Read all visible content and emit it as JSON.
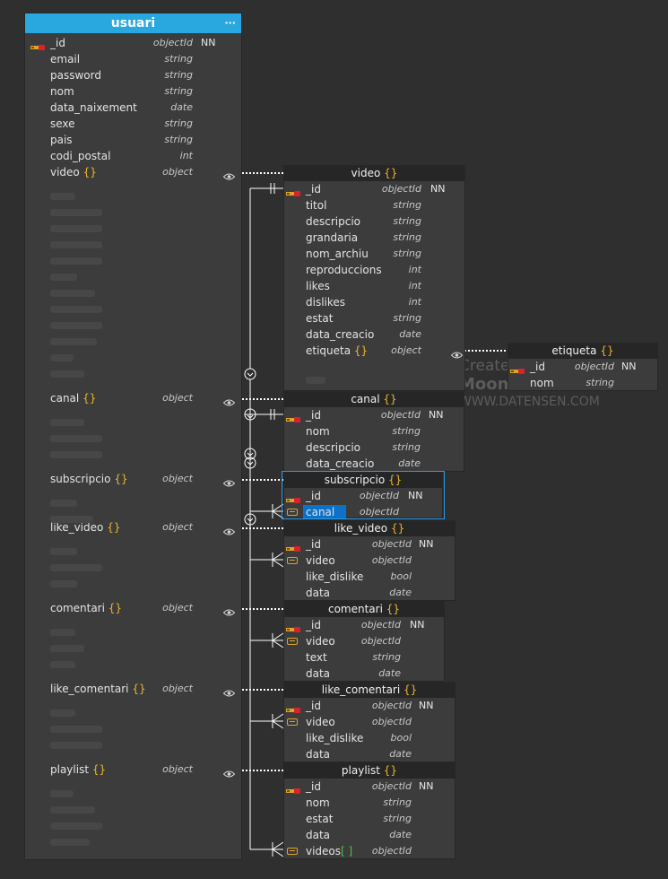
{
  "diagram": {
    "watermark": {
      "line1": "Created",
      "line2": "Moon M",
      "line3": "WWW.DATENSEN.COM"
    },
    "main_table": {
      "title": "usuari",
      "menu": "···",
      "fields": [
        {
          "name": "_id",
          "type": "objectId",
          "nn": "NN",
          "icon": "key-icon"
        },
        {
          "name": "email",
          "type": "string"
        },
        {
          "name": "password",
          "type": "string"
        },
        {
          "name": "nom",
          "type": "string"
        },
        {
          "name": "data_naixement",
          "type": "date"
        },
        {
          "name": "sexe",
          "type": "string"
        },
        {
          "name": "pais",
          "type": "string"
        },
        {
          "name": "codi_postal",
          "type": "int"
        },
        {
          "name": "video",
          "brace": "{}",
          "type": "object",
          "icon": "eye-icon"
        },
        {
          "name": "canal",
          "brace": "{}",
          "type": "object",
          "icon": "eye-icon"
        },
        {
          "name": "subscripcio",
          "brace": "{}",
          "type": "object",
          "icon": "eye-icon"
        },
        {
          "name": "like_video",
          "brace": "{}",
          "type": "object",
          "icon": "eye-icon"
        },
        {
          "name": "comentari",
          "brace": "{}",
          "type": "object",
          "icon": "eye-icon"
        },
        {
          "name": "like_comentari",
          "brace": "{}",
          "type": "object",
          "icon": "eye-icon"
        },
        {
          "name": "playlist",
          "brace": "{}",
          "type": "object",
          "icon": "eye-icon"
        }
      ]
    },
    "sub_tables": [
      {
        "id": "video",
        "title": "video",
        "brace": "{}",
        "fields": [
          {
            "name": "_id",
            "type": "objectId",
            "nn": "NN",
            "icon": "key-icon"
          },
          {
            "name": "titol",
            "type": "string"
          },
          {
            "name": "descripcio",
            "type": "string"
          },
          {
            "name": "grandaria",
            "type": "string"
          },
          {
            "name": "nom_archiu",
            "type": "string"
          },
          {
            "name": "reproduccions",
            "type": "int"
          },
          {
            "name": "likes",
            "type": "int"
          },
          {
            "name": "dislikes",
            "type": "int"
          },
          {
            "name": "estat",
            "type": "string"
          },
          {
            "name": "data_creacio",
            "type": "date"
          },
          {
            "name": "etiqueta",
            "brace": "{}",
            "type": "object",
            "icon": "eye-icon"
          }
        ]
      },
      {
        "id": "etiqueta",
        "title": "etiqueta",
        "brace": "{}",
        "fields": [
          {
            "name": "_id",
            "type": "objectId",
            "nn": "NN",
            "icon": "key-icon"
          },
          {
            "name": "nom",
            "type": "string"
          }
        ]
      },
      {
        "id": "canal",
        "title": "canal",
        "brace": "{}",
        "fields": [
          {
            "name": "_id",
            "type": "objectId",
            "nn": "NN",
            "icon": "key-icon"
          },
          {
            "name": "nom",
            "type": "string"
          },
          {
            "name": "descripcio",
            "type": "string"
          },
          {
            "name": "data_creacio",
            "type": "date"
          }
        ]
      },
      {
        "id": "subscripcio",
        "title": "subscripcio",
        "brace": "{}",
        "fields": [
          {
            "name": "_id",
            "type": "objectId",
            "nn": "NN",
            "icon": "key-icon"
          },
          {
            "name": "canal",
            "type": "objectId",
            "icon": "fk-icon",
            "selected": true
          }
        ]
      },
      {
        "id": "like_video",
        "title": "like_video",
        "brace": "{}",
        "fields": [
          {
            "name": "_id",
            "type": "objectId",
            "nn": "NN",
            "icon": "key-icon"
          },
          {
            "name": "video",
            "type": "objectId",
            "icon": "fk-icon"
          },
          {
            "name": "like_dislike",
            "type": "bool"
          },
          {
            "name": "data",
            "type": "date"
          }
        ]
      },
      {
        "id": "comentari",
        "title": "comentari",
        "brace": "{}",
        "fields": [
          {
            "name": "_id",
            "type": "objectId",
            "nn": "NN",
            "icon": "key-icon"
          },
          {
            "name": "video",
            "type": "objectId",
            "icon": "fk-icon"
          },
          {
            "name": "text",
            "type": "string"
          },
          {
            "name": "data",
            "type": "date"
          }
        ]
      },
      {
        "id": "like_comentari",
        "title": "like_comentari",
        "brace": "{}",
        "fields": [
          {
            "name": "_id",
            "type": "objectId",
            "nn": "NN",
            "icon": "key-icon"
          },
          {
            "name": "video",
            "type": "objectId",
            "icon": "fk-icon"
          },
          {
            "name": "like_dislike",
            "type": "bool"
          },
          {
            "name": "data",
            "type": "date"
          }
        ]
      },
      {
        "id": "playlist",
        "title": "playlist",
        "brace": "{}",
        "fields": [
          {
            "name": "_id",
            "type": "objectId",
            "nn": "NN",
            "icon": "key-icon"
          },
          {
            "name": "nom",
            "type": "string"
          },
          {
            "name": "estat",
            "type": "string"
          },
          {
            "name": "data",
            "type": "date"
          },
          {
            "name": "videos",
            "array": "[ ]",
            "type": "objectId",
            "icon": "fk-icon"
          }
        ]
      }
    ],
    "colors": {
      "title_bar": "#29a8e0",
      "brace": "#f0b32c",
      "array": "#4cc24c",
      "key": "#d8232a",
      "fk": "#e0a32a",
      "selection": "#2c9be6"
    }
  }
}
